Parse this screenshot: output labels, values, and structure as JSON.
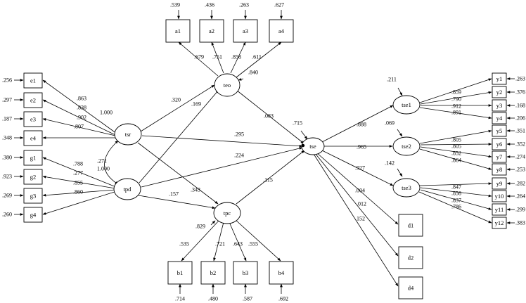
{
  "diagram": {
    "latent": {
      "teo": "teo",
      "tsr": "tsr",
      "tpd": "tpd",
      "tpc": "tpc",
      "tse": "tse",
      "tse1": "tse1",
      "tse2": "tse2",
      "tse3": "tse3"
    },
    "indicators": {
      "a1": "a1",
      "a2": "a2",
      "a3": "a3",
      "a4": "a4",
      "e1": "e1",
      "e2": "e2",
      "e3": "e3",
      "e4": "e4",
      "g1": "g1",
      "g2": "g2",
      "g3": "g3",
      "g4": "g4",
      "b1": "b1",
      "b2": "b2",
      "b3": "b3",
      "b4": "b4",
      "y1": "y1",
      "y2": "y2",
      "y3": "y3",
      "y4": "y4",
      "y5": "y5",
      "y6": "y6",
      "y7": "y7",
      "y8": "y8",
      "y9": "y9",
      "y10": "y10",
      "y11": "y11",
      "y12": "y12",
      "d1": "d1",
      "d2": "d2",
      "d4": "d4"
    },
    "error_variances": {
      "a1": ".539",
      "a2": ".436",
      "a3": ".263",
      "a4": ".627",
      "e1": ".256",
      "e2": ".297",
      "e3": ".187",
      "e4": ".348",
      "g1": ".380",
      "g2": ".923",
      "g3": ".269",
      "g4": ".260",
      "b1": ".714",
      "b2": ".480",
      "b3": ".587",
      "b4": ".692",
      "y1": ".263",
      "y2": ".376",
      "y3": ".168",
      "y4": ".206",
      "y5": ".351",
      "y6": ".352",
      "y7": ".274",
      "y8": ".253",
      "y9": ".282",
      "y10": ".264",
      "y11": ".299",
      "y12": ".383",
      "teo": ".840",
      "tpc": ".829",
      "tse": ".715",
      "tse1": ".211",
      "tse2": ".069",
      "tse3": ".142"
    },
    "loadings": {
      "teo_a1": ".679",
      "teo_a2": ".751",
      "teo_a3": ".858",
      "teo_a4": ".611",
      "tsr_e1": ".863",
      "tsr_e2": ".838",
      "tsr_e3": ".902",
      "tsr_e4": ".807",
      "tpd_g1": ".788",
      "tpd_g2": ".277",
      "tpd_g3": ".855",
      "tpd_g4": ".860",
      "tpc_b1": ".535",
      "tpc_b2": ".721",
      "tpc_b3": ".643",
      "tpc_b4": ".555",
      "tse1_y1": ".859",
      "tse1_y2": ".790",
      "tse1_y3": ".912",
      "tse1_y4": ".891",
      "tse2_y5": ".805",
      "tse2_y6": ".805",
      "tse2_y7": ".852",
      "tse2_y8": ".864",
      "tse3_y9": ".847",
      "tse3_y10": ".858",
      "tse3_y11": ".837",
      "tse3_y12": ".786",
      "tse_tse1": ".888",
      "tse_tse2": ".965",
      "tse_tse3": ".927",
      "tse_d1": ".004",
      "tse_d2": ".012",
      "tse_d4": ".152",
      "tsr_fixed": "1.000",
      "tpd_fixed": "1.000"
    },
    "paths": {
      "tsr_teo": ".320",
      "tpd_teo": ".169",
      "tsr_tse": ".295",
      "tpd_tse": ".224",
      "tsr_tpc": ".343",
      "tpd_tpc": ".157",
      "teo_tse": ".083",
      "tpc_tse": ".115",
      "tsr_tpd_cov": ".271"
    }
  }
}
